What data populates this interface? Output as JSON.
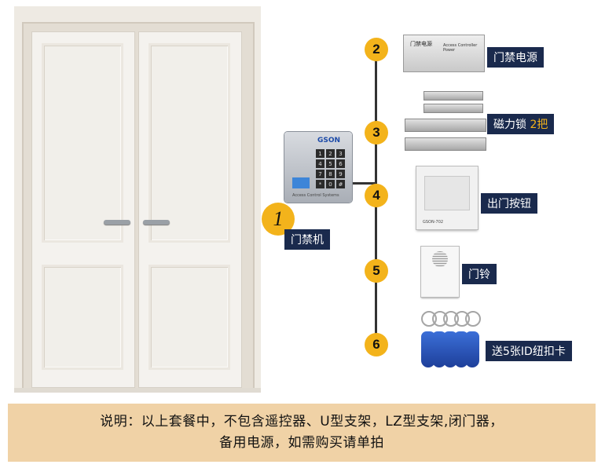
{
  "items": [
    {
      "number": "1",
      "label": "门禁机"
    },
    {
      "number": "2",
      "label": "门禁电源"
    },
    {
      "number": "3",
      "label": "磁力锁",
      "label_accent": "2把"
    },
    {
      "number": "4",
      "label": "出门按钮"
    },
    {
      "number": "5",
      "label": "门铃"
    },
    {
      "number": "6",
      "label": "送5张ID纽扣卡"
    }
  ],
  "devices": {
    "keypad_brand": "GSON",
    "keypad_footer": "Access Control Systems",
    "keypad_keys": [
      "1",
      "2",
      "3",
      "4",
      "5",
      "6",
      "7",
      "8",
      "9",
      "*",
      "0",
      "#"
    ],
    "psu_title": "门禁电源",
    "psu_subtitle": "Access Controller Power",
    "exit_button_model": "GSON-702"
  },
  "note": {
    "line1": "说明：以上套餐中，不包含遥控器、U型支架，LZ型支架,闭门器，",
    "line2": "备用电源，如需购买请单拍"
  },
  "colors": {
    "accent": "#f3b31b",
    "label_bg": "#1a2a4d",
    "banner_bg": "#f0d2a6"
  }
}
